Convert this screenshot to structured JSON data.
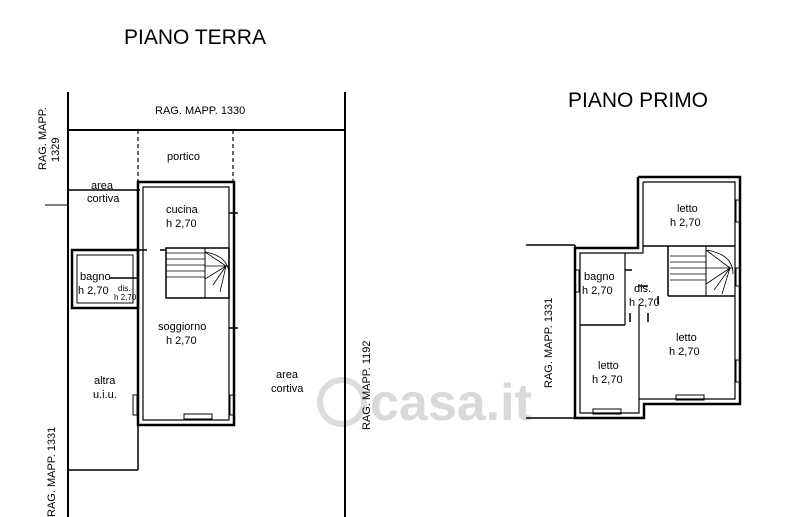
{
  "titles": {
    "ground_floor": "PIANO TERRA",
    "first_floor": "PIANO PRIMO"
  },
  "cadastral": {
    "top": "RAG. MAPP. 1330",
    "left_top": "RAG. MAPP. 1329",
    "bottom_left": "RAG. MAPP. 1331",
    "middle": "RAG. MAPP. 1192",
    "first_floor_left": "RAG. MAPP. 1331"
  },
  "ground": {
    "portico": "portico",
    "area_cortiva_1": "area",
    "area_cortiva_2": "cortiva",
    "cucina": "cucina",
    "cucina_h": "h 2,70",
    "bagno": "bagno",
    "bagno_h": "h 2,70",
    "dis": "dis.",
    "dis_h": "h 2,70",
    "soggiorno": "soggiorno",
    "soggiorno_h": "h 2,70",
    "altra_1": "altra",
    "altra_2": "u.i.u.",
    "area_right_1": "area",
    "area_right_2": "cortiva"
  },
  "first": {
    "letto_top": "letto",
    "letto_top_h": "h 2,70",
    "bagno": "bagno",
    "bagno_h": "h 2,70",
    "dis": "dis.",
    "dis_h": "h 2,70",
    "letto_right": "letto",
    "letto_right_h": "h 2,70",
    "letto_left": "letto",
    "letto_left_h": "h 2,70"
  },
  "watermark": "casa.it"
}
